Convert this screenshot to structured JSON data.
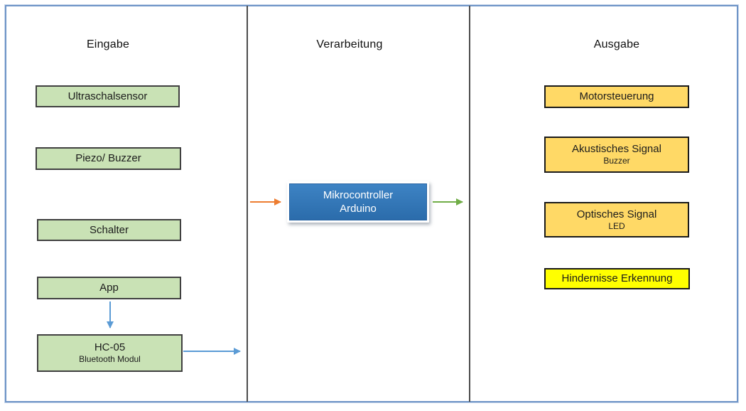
{
  "diagram": {
    "input_column": {
      "header": "Eingabe",
      "boxes": {
        "ultrasonic": {
          "label": "Ultraschalsensor"
        },
        "piezo": {
          "label": "Piezo/ Buzzer"
        },
        "switch": {
          "label": "Schalter"
        },
        "app": {
          "label": "App"
        },
        "hc05": {
          "label": "HC-05",
          "sublabel": "Bluetooth Modul"
        }
      }
    },
    "processing_column": {
      "header": "Verarbeitung",
      "controller": {
        "line1": "Mikrocontroller",
        "line2": "Arduino"
      }
    },
    "output_column": {
      "header": "Ausgabe",
      "boxes": {
        "motor": {
          "label": "Motorsteuerung"
        },
        "acoustic": {
          "label": "Akustisches Signal",
          "sublabel": "Buzzer"
        },
        "optical": {
          "label": "Optisches Signal",
          "sublabel": "LED"
        },
        "obstacle": {
          "label": "Hindernisse Erkennung"
        }
      }
    },
    "arrows": [
      {
        "from": "App",
        "to": "HC-05",
        "color": "#5b9bd5"
      },
      {
        "from": "HC-05",
        "to": "Verarbeitung",
        "color": "#5b9bd5"
      },
      {
        "from": "Eingabe",
        "to": "Mikrocontroller Arduino",
        "color": "#ed7d31"
      },
      {
        "from": "Mikrocontroller Arduino",
        "to": "Ausgabe",
        "color": "#70ad47"
      }
    ],
    "colors": {
      "input_box_fill": "#c9e2b5",
      "input_box_border": "#404040",
      "output_box_fill": "#ffd966",
      "highlight_box_fill": "#ffff00",
      "controller_fill": "#2e75b6",
      "frame_border": "#6e94c7",
      "divider": "#4c4c4c"
    }
  }
}
